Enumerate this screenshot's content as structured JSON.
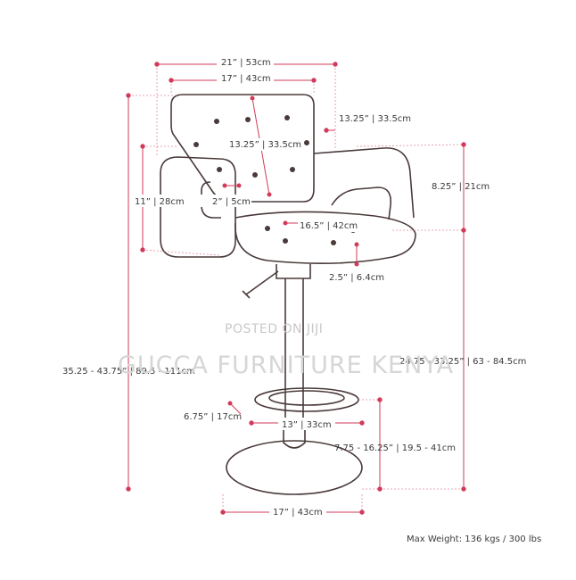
{
  "colors": {
    "outline": "#4a3a3a",
    "dimension": "#d23a5a",
    "guide": "#e08aa0",
    "text": "#3a3a3a",
    "watermark": "#d0d0d0"
  },
  "dimensions": {
    "overall_width": "21” | 53cm",
    "back_width": "17” | 43cm",
    "back_depth": "13.25” | 33.5cm",
    "back_height": "13.25” | 33.5cm",
    "arm_height": "11” | 28cm",
    "arm_width": "2” | 5cm",
    "arm_to_seat": "8.25” | 21cm",
    "seat_width": "16.5” | 42cm",
    "seat_thickness": "2.5” | 6.4cm",
    "overall_height": "35.25 - 43.75” | 89.5 - 111cm",
    "seat_height": "24.75 - 33.25” | 63 - 84.5cm",
    "footrest_depth": "6.75” | 17cm",
    "footrest_width": "13” | 33cm",
    "footrest_height": "7.75 - 16.25” | 19.5 - 41cm",
    "base_width": "17” | 43cm"
  },
  "watermark": {
    "line1": "POSTED ON JIJI",
    "line2": "GUCCA FURNITURE KENYA"
  },
  "footer": {
    "max_weight": "Max Weight: 136 kgs / 300 lbs"
  }
}
